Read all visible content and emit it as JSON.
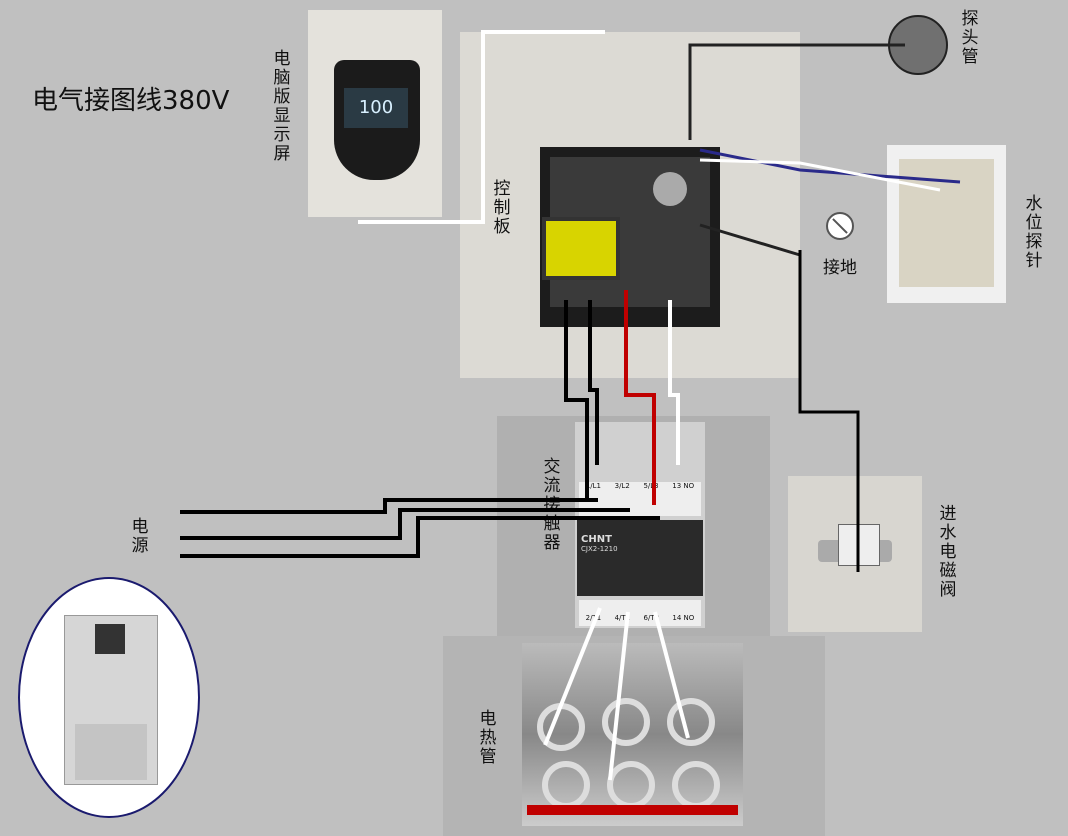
{
  "title": "电气接图线380V",
  "labels": {
    "display": "电脑版显示屏",
    "control_board": "控制板",
    "probe_tube": "探头管",
    "ground": "接地",
    "water_level_probe": "水位探针",
    "contactor": "交流接触器",
    "power": "电源",
    "inlet_valve": "进水电磁阀",
    "heater": "电热管"
  },
  "contactor": {
    "brand": "CHNT",
    "model": "CJX2-1210",
    "top_terminals": [
      "1/L1",
      "3/L2",
      "5/L3",
      "13 NO"
    ],
    "bottom_terminals": [
      "2/T1",
      "4/T2",
      "6/T3",
      "14 NO"
    ]
  },
  "display_screen": {
    "reading": "100"
  },
  "colors": {
    "background": "#c0c0c0",
    "wire_red": "#c00000",
    "wire_black": "#000000",
    "wire_white": "#ffffff",
    "oval_border": "#1a1a6e"
  }
}
